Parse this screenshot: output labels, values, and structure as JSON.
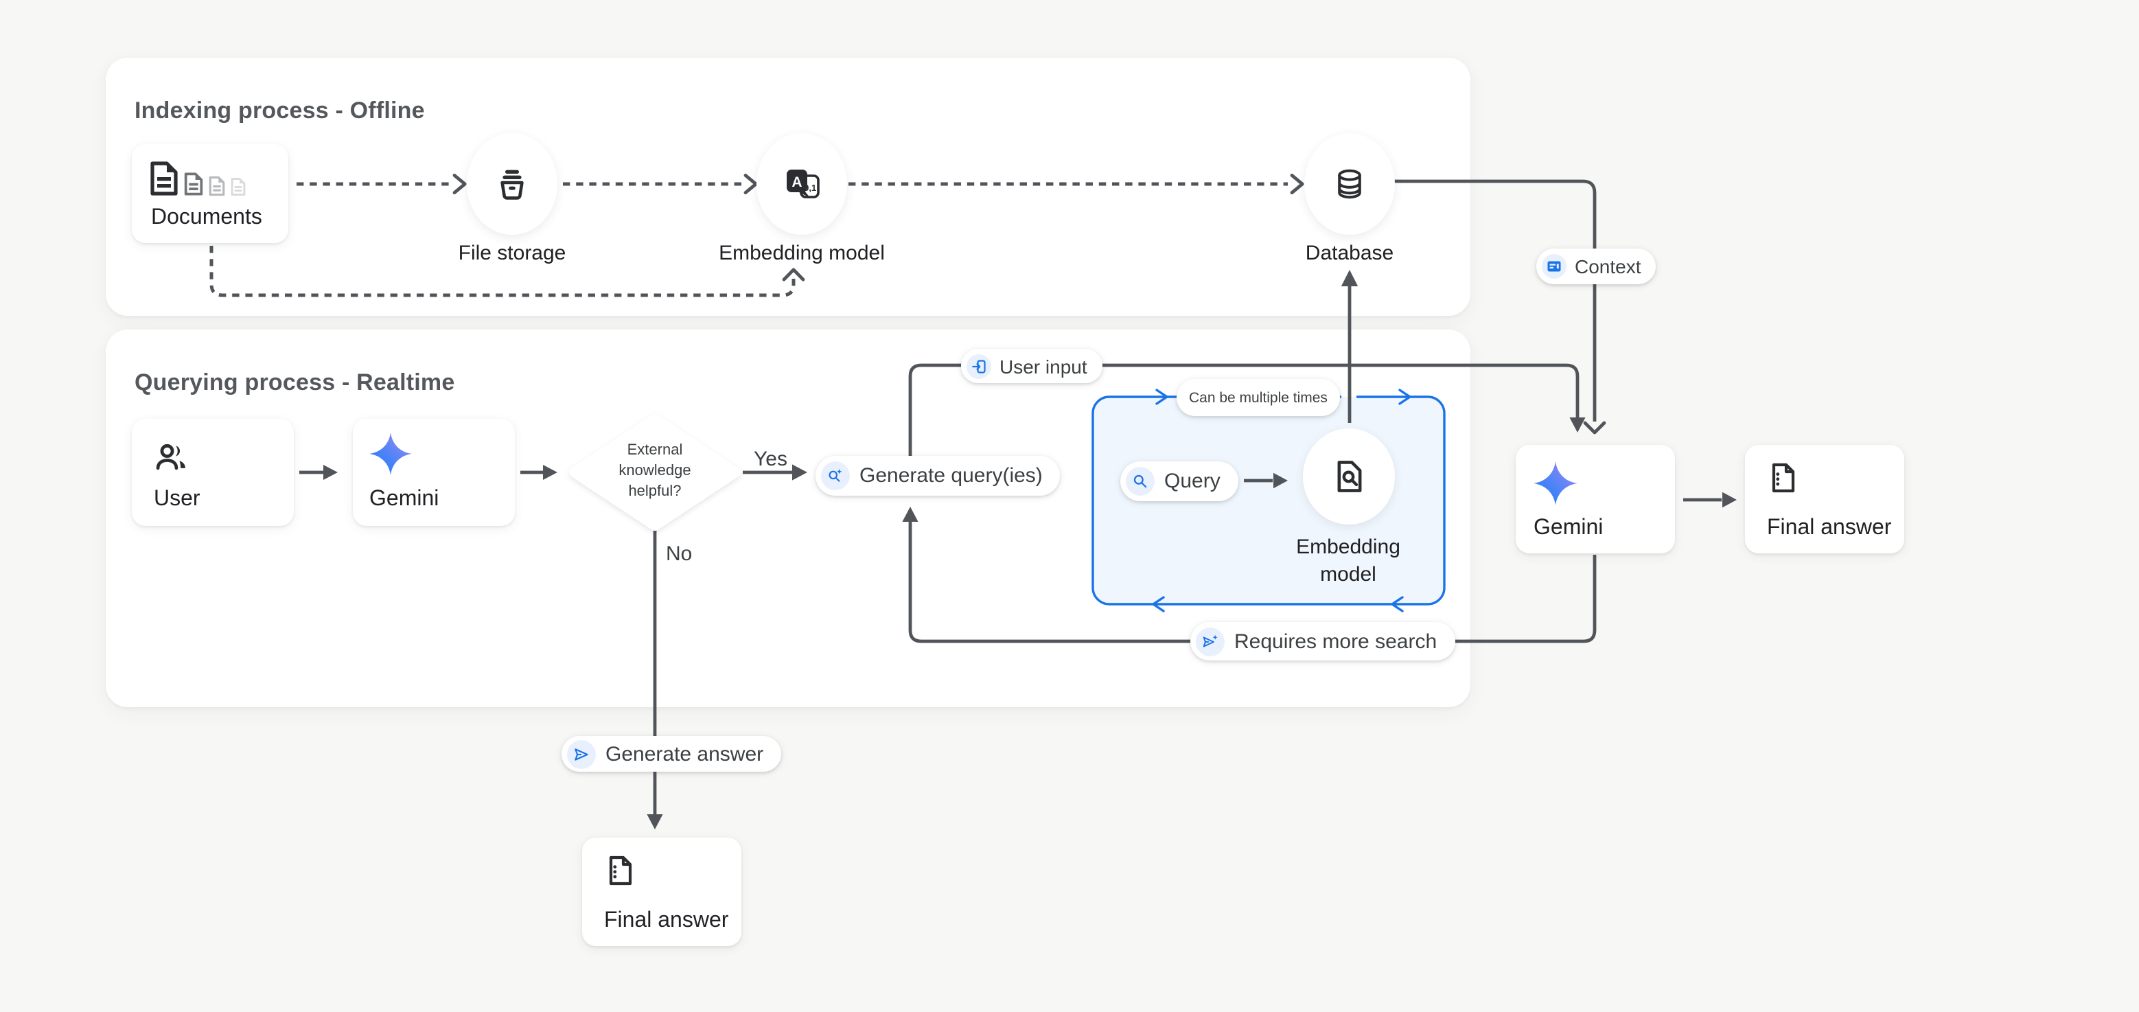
{
  "colors": {
    "background": "#f7f7f5",
    "panel": "#ffffff",
    "accent": "#1a73e8",
    "chip_bg": "#e8f0fe",
    "loop_fill": "#f0f6fd",
    "line": "#515459",
    "text": "#202124",
    "title_text": "#54575b"
  },
  "panels": {
    "indexing": {
      "title": "Indexing process - Offline"
    },
    "querying": {
      "title": "Querying process - Realtime"
    }
  },
  "nodes": {
    "documents": {
      "label": "Documents",
      "icon": "documents-icon"
    },
    "file_storage": {
      "label": "File storage",
      "icon": "storage-bucket-icon"
    },
    "embedding_model_offline": {
      "label": "Embedding model",
      "icon": "translate-embedding-icon"
    },
    "database": {
      "label": "Database",
      "icon": "database-icon"
    },
    "user": {
      "label": "User",
      "icon": "users-icon"
    },
    "gemini_query": {
      "label": "Gemini",
      "icon": "gemini-star-icon"
    },
    "decision": {
      "label": "External knowledge helpful?",
      "lines": [
        "External",
        "knowledge",
        "helpful?"
      ]
    },
    "embedding_model_loop": {
      "lines": [
        "Embedding",
        "model"
      ],
      "icon": "document-search-icon"
    },
    "gemini_answer": {
      "label": "Gemini",
      "icon": "gemini-star-icon"
    },
    "final_answer_right": {
      "label": "Final answer",
      "icon": "document-icon"
    },
    "final_answer_bottom": {
      "label": "Final answer",
      "icon": "document-icon"
    }
  },
  "pills": {
    "user_input": {
      "label": "User input",
      "icon": "input-icon"
    },
    "context": {
      "label": "Context",
      "icon": "article-icon"
    },
    "generate_queries": {
      "label": "Generate query(ies)",
      "icon": "search-sparkle-icon"
    },
    "query": {
      "label": "Query",
      "icon": "search-icon"
    },
    "can_be_multiple_times": {
      "label": "Can be multiple times"
    },
    "requires_more_search": {
      "label": "Requires more search",
      "icon": "send-sparkle-icon"
    },
    "generate_answer": {
      "label": "Generate answer",
      "icon": "send-icon"
    }
  },
  "edge_labels": {
    "yes": "Yes",
    "no": "No"
  }
}
